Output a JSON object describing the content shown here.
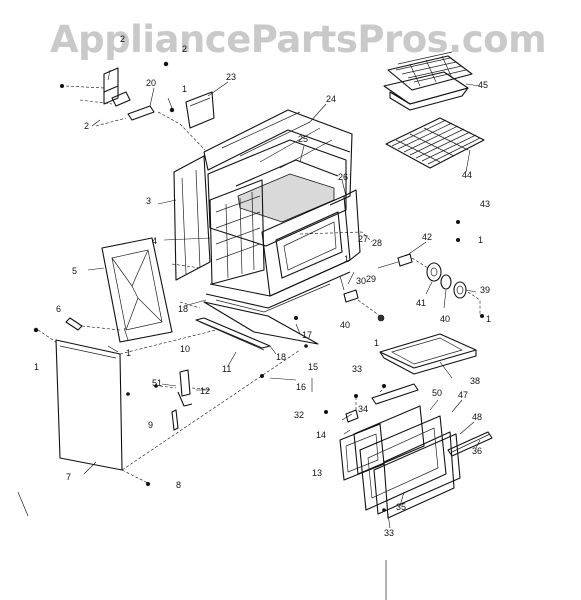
{
  "watermark": "AppliancePartsPros.com",
  "labels": {
    "l1a": "1",
    "l1b": "1",
    "l1c": "1",
    "l1d": "1",
    "l1e": "1",
    "l1f": "1",
    "l1g": "1",
    "l2a": "2",
    "l2b": "2",
    "l2c": "2",
    "l3": "3",
    "l4": "4",
    "l5": "5",
    "l6": "6",
    "l7": "7",
    "l8": "8",
    "l9": "9",
    "l10": "10",
    "l11": "11",
    "l12": "12",
    "l13": "13",
    "l14": "14",
    "l15": "15",
    "l16": "16",
    "l17": "17",
    "l18a": "18",
    "l18b": "18",
    "l20": "20",
    "l23": "23",
    "l24": "24",
    "l25": "25",
    "l26": "26",
    "l27": "27",
    "l28": "28",
    "l29": "29",
    "l30": "30",
    "l32": "32",
    "l33a": "33",
    "l33b": "33",
    "l34": "34",
    "l35": "35",
    "l36": "36",
    "l38": "38",
    "l39": "39",
    "l40a": "40",
    "l40b": "40",
    "l41": "41",
    "l42": "42",
    "l43": "43",
    "l44": "44",
    "l45": "45",
    "l47": "47",
    "l48": "48",
    "l50": "50",
    "l51": "51"
  }
}
